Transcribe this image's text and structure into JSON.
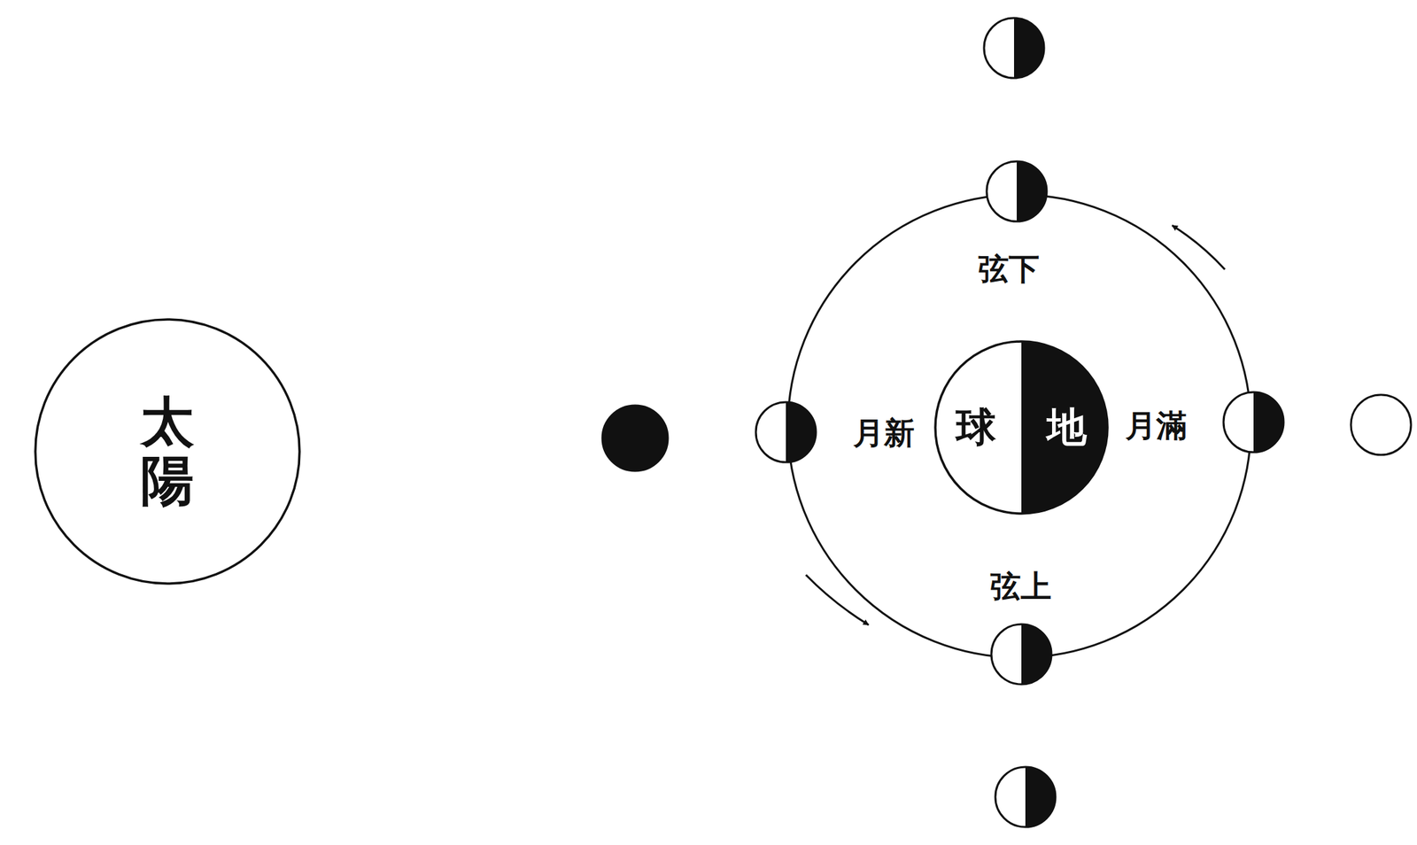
{
  "diagram": {
    "nodes": [
      {
        "text": [
          "太陽"
        ]
      },
      {
        "text": [
          "球地"
        ]
      }
    ],
    "labels": [
      "弦下",
      "月新",
      "月滿",
      "弦上"
    ]
  }
}
